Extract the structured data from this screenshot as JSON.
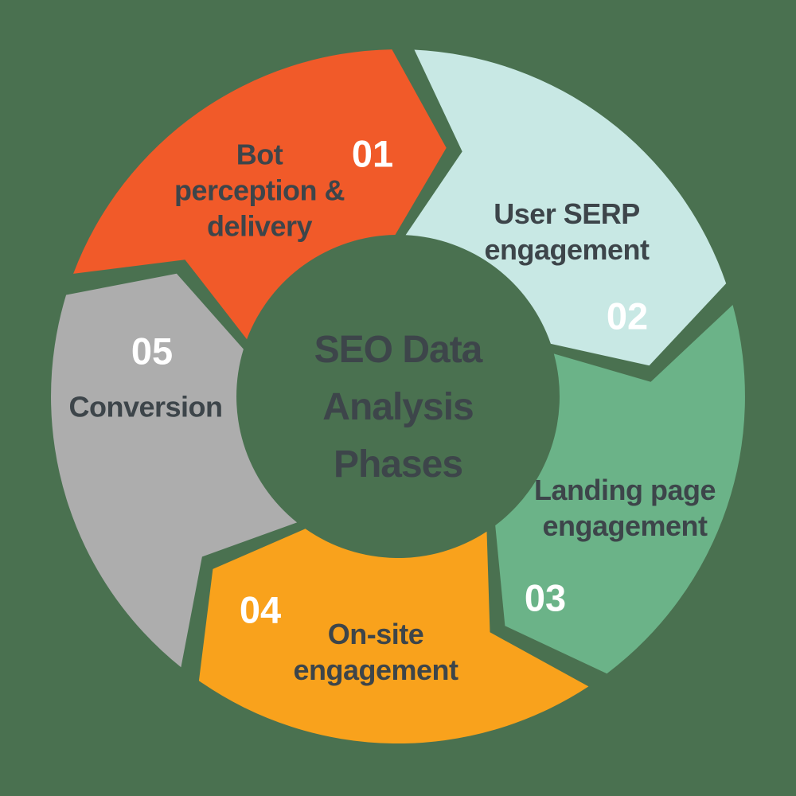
{
  "diagram": {
    "title_lines": [
      "SEO Data",
      "Analysis",
      "Phases"
    ],
    "colors": {
      "background": "#4A7150",
      "title_text": "#3D454A",
      "label_text": "#3D454A",
      "number_text": "#FFFFFF"
    },
    "phases": [
      {
        "number": "01",
        "label": "Bot perception & delivery",
        "label_lines": [
          "Bot",
          "perception &",
          "delivery"
        ],
        "color": "#F15A29"
      },
      {
        "number": "02",
        "label": "User SERP engagement",
        "label_lines": [
          "User SERP",
          "engagement"
        ],
        "color": "#C8E8E4"
      },
      {
        "number": "03",
        "label": "Landing page engagement",
        "label_lines": [
          "Landing page",
          "engagement"
        ],
        "color": "#6BB388"
      },
      {
        "number": "04",
        "label": "On-site engagement",
        "label_lines": [
          "On-site",
          "engagement"
        ],
        "color": "#F9A21C"
      },
      {
        "number": "05",
        "label": "Conversion",
        "label_lines": [
          "Conversion"
        ],
        "color": "#ADADAD"
      }
    ]
  }
}
